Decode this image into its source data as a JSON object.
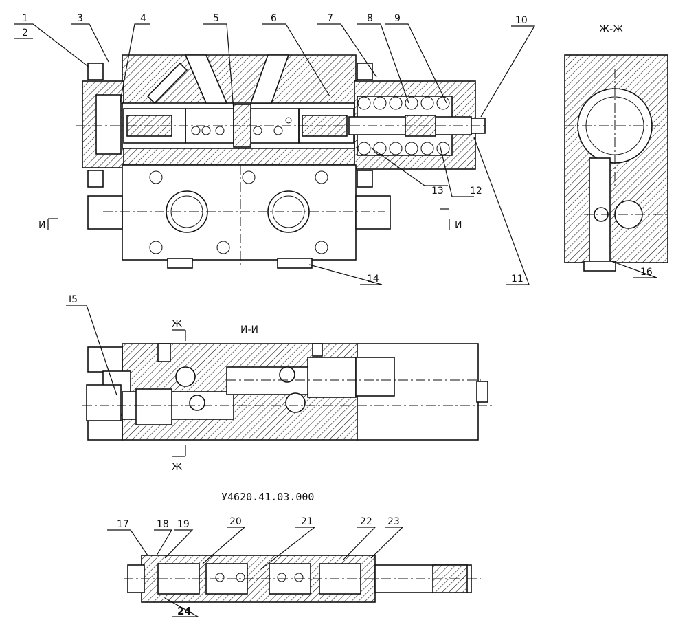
{
  "views": {
    "section_zh": "Ж-Ж",
    "section_i": "И-И",
    "cut_i_left": "И",
    "cut_i_right": "И",
    "cut_zh_top": "Ж",
    "cut_zh_bottom": "Ж"
  },
  "drawing_number": "У4620.41.03.000",
  "callouts": {
    "c1": "1",
    "c2": "2",
    "c3": "3",
    "c4": "4",
    "c5": "5",
    "c6": "6",
    "c7": "7",
    "c8": "8",
    "c9": "9",
    "c10": "10",
    "c11": "11",
    "c12": "12",
    "c13": "13",
    "c14": "14",
    "c15": "I5",
    "c16": "16",
    "c17": "17",
    "c18": "18",
    "c19": "19",
    "c20": "20",
    "c21": "21",
    "c22": "22",
    "c23": "23",
    "c24": "24"
  }
}
